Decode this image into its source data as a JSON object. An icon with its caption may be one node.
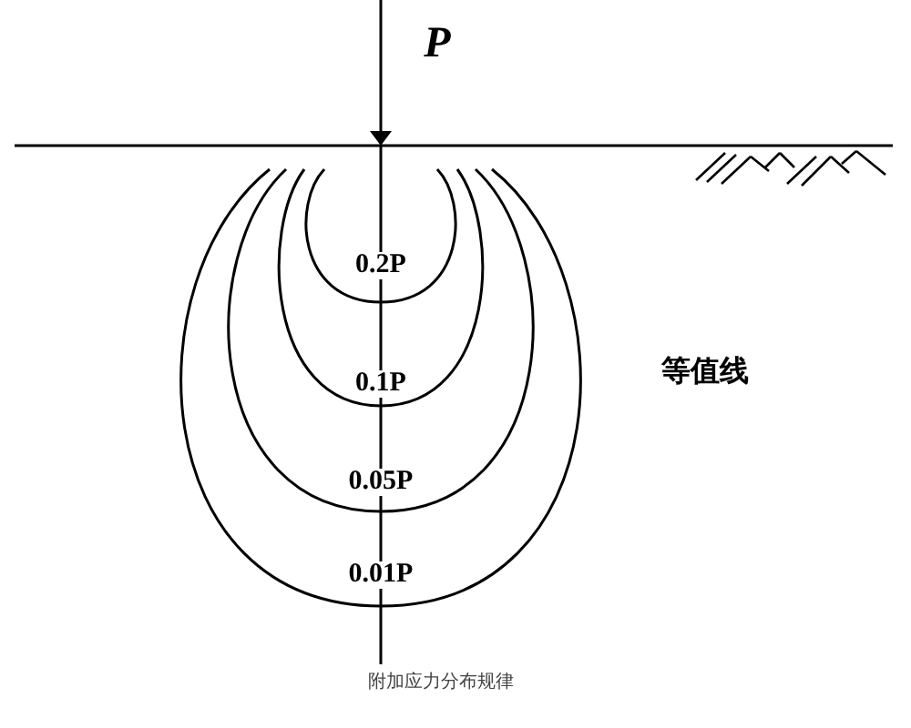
{
  "diagram": {
    "caption": "附加应力分布规律",
    "labels": [
      "P",
      "0.2P",
      "0.1P",
      "0.05P",
      "0.01P",
      "等值线"
    ]
  }
}
